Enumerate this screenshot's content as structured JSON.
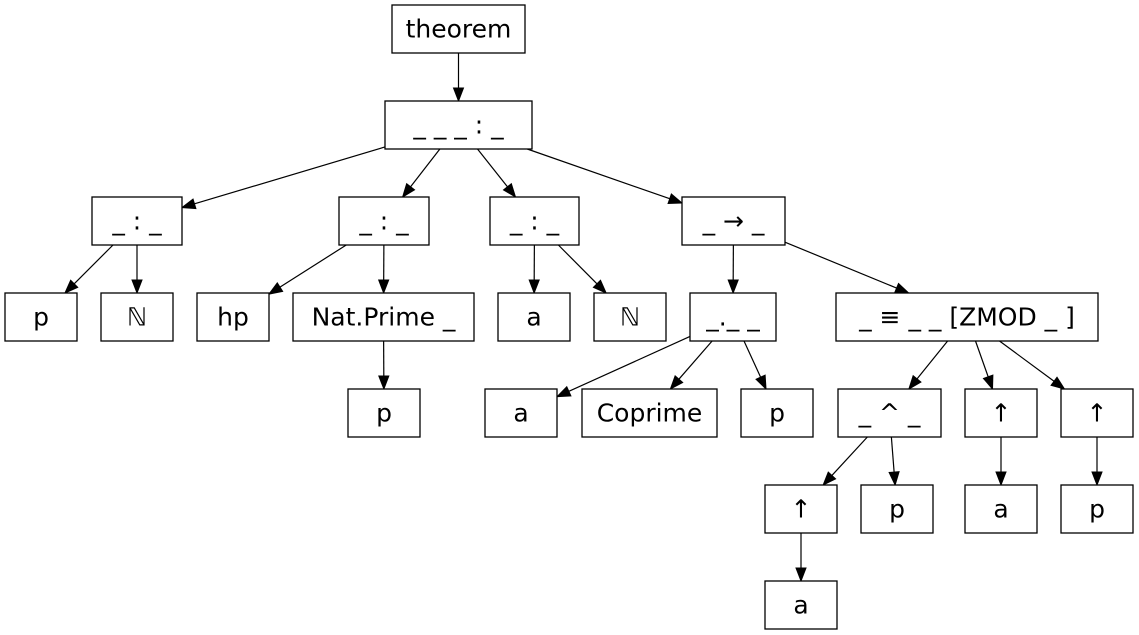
{
  "nodes": [
    {
      "id": "n0",
      "label": "theorem"
    },
    {
      "id": "n1",
      "label": "_ _ _ : _"
    },
    {
      "id": "n2",
      "label": "_ : _"
    },
    {
      "id": "n3",
      "label": "_ : _"
    },
    {
      "id": "n4",
      "label": "_ : _"
    },
    {
      "id": "n5",
      "label": "_ → _"
    },
    {
      "id": "n6",
      "label": "p"
    },
    {
      "id": "n7",
      "label": "ℕ"
    },
    {
      "id": "n8",
      "label": "hp"
    },
    {
      "id": "n9",
      "label": "Nat.Prime _"
    },
    {
      "id": "n10",
      "label": "a"
    },
    {
      "id": "n11",
      "label": "ℕ"
    },
    {
      "id": "n12",
      "label": "_._ _"
    },
    {
      "id": "n13",
      "label": "_ ≡ _ _ [ZMOD _ ]"
    },
    {
      "id": "n14",
      "label": "p"
    },
    {
      "id": "n15",
      "label": "a"
    },
    {
      "id": "n16",
      "label": "Coprime"
    },
    {
      "id": "n17",
      "label": "p"
    },
    {
      "id": "n18",
      "label": "_ ^ _"
    },
    {
      "id": "n19",
      "label": "↑"
    },
    {
      "id": "n20",
      "label": "↑"
    },
    {
      "id": "n21",
      "label": "↑"
    },
    {
      "id": "n22",
      "label": "p"
    },
    {
      "id": "n23",
      "label": "a"
    },
    {
      "id": "n24",
      "label": "p"
    },
    {
      "id": "n25",
      "label": "a"
    }
  ],
  "edges": [
    {
      "from": "n0",
      "to": "n1"
    },
    {
      "from": "n1",
      "to": "n2"
    },
    {
      "from": "n1",
      "to": "n3"
    },
    {
      "from": "n1",
      "to": "n4"
    },
    {
      "from": "n1",
      "to": "n5"
    },
    {
      "from": "n2",
      "to": "n6"
    },
    {
      "from": "n2",
      "to": "n7"
    },
    {
      "from": "n3",
      "to": "n8"
    },
    {
      "from": "n3",
      "to": "n9"
    },
    {
      "from": "n4",
      "to": "n10"
    },
    {
      "from": "n4",
      "to": "n11"
    },
    {
      "from": "n5",
      "to": "n12"
    },
    {
      "from": "n5",
      "to": "n13"
    },
    {
      "from": "n9",
      "to": "n14"
    },
    {
      "from": "n12",
      "to": "n15"
    },
    {
      "from": "n12",
      "to": "n16"
    },
    {
      "from": "n12",
      "to": "n17"
    },
    {
      "from": "n13",
      "to": "n18"
    },
    {
      "from": "n13",
      "to": "n20"
    },
    {
      "from": "n13",
      "to": "n21"
    },
    {
      "from": "n18",
      "to": "n19"
    },
    {
      "from": "n18",
      "to": "n22"
    },
    {
      "from": "n20",
      "to": "n23"
    },
    {
      "from": "n21",
      "to": "n24"
    },
    {
      "from": "n19",
      "to": "n25"
    }
  ]
}
